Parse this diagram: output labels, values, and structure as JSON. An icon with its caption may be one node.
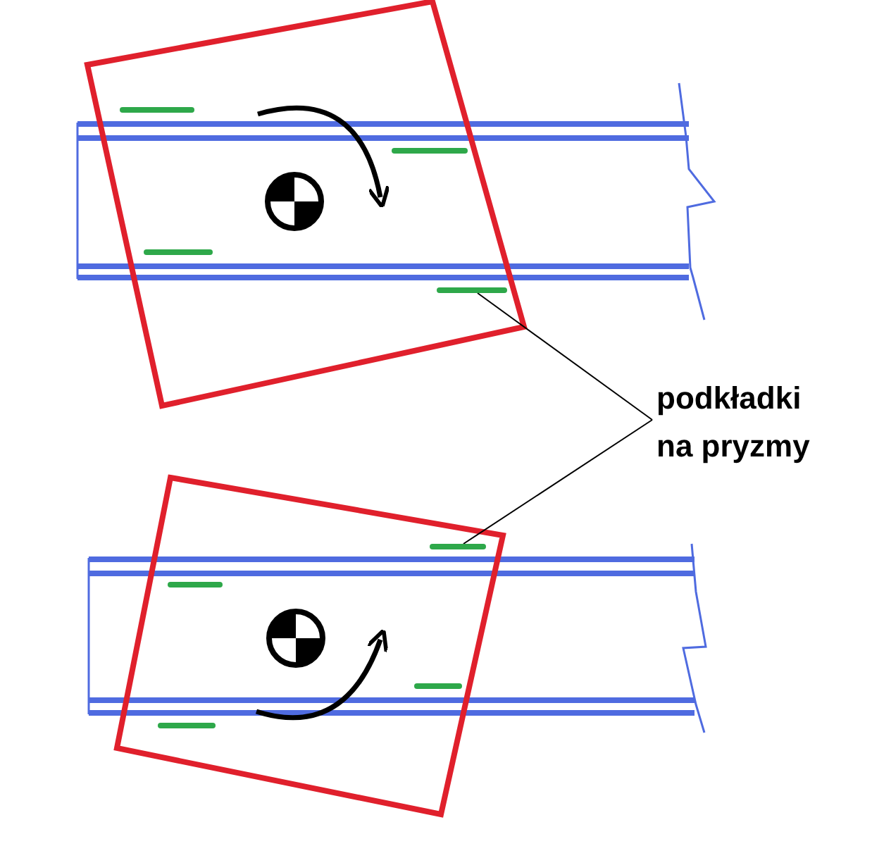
{
  "diagram": {
    "nodes": [
      {
        "text": [
          "podkładki na pryzmy"
        ]
      },
      {
        "text": [],
        "shape": "bar"
      },
      {
        "text": [],
        "shape": "bar"
      }
    ],
    "edges": [
      {
        "from": 0,
        "to": 1,
        "arrow": "none"
      },
      {
        "from": 0,
        "to": 2,
        "arrow": "none"
      }
    ]
  }
}
